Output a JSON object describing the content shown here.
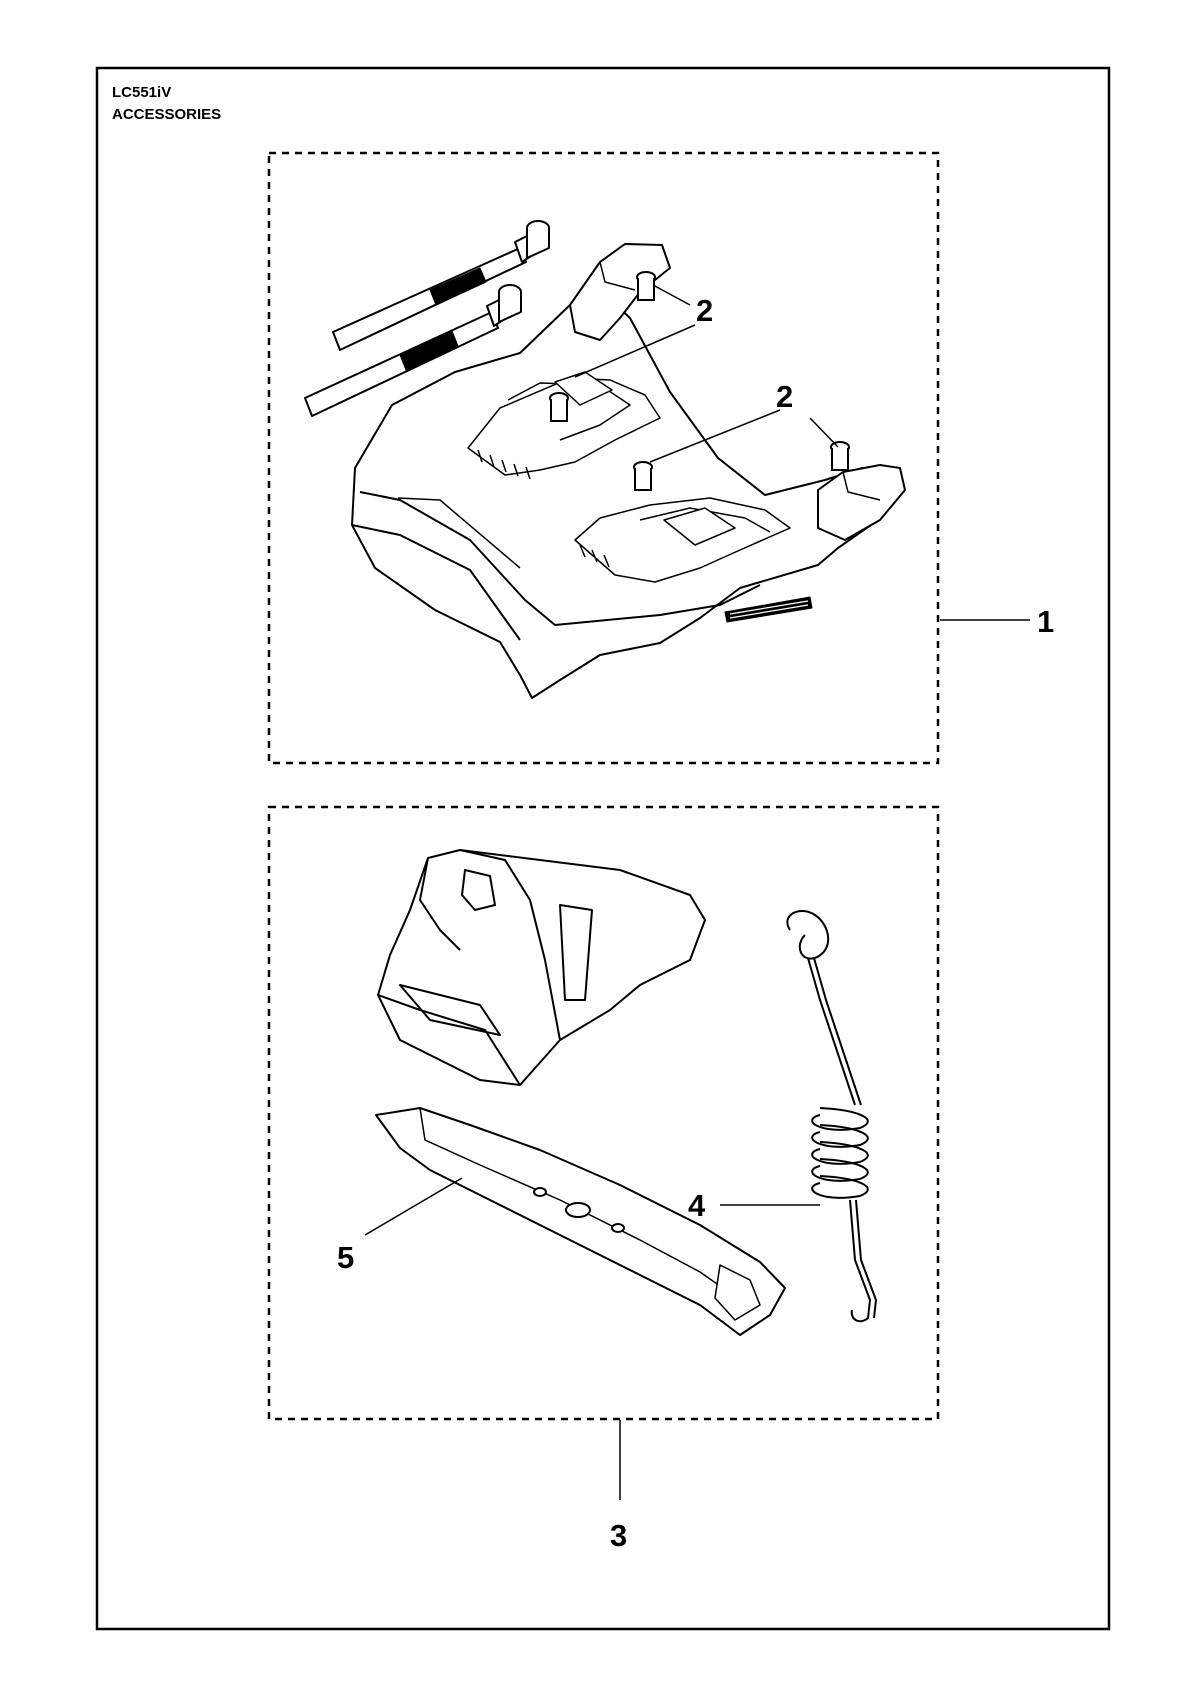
{
  "header": {
    "model": "LC551iV",
    "section": "ACCESSORIES"
  },
  "callouts": {
    "c1": "1",
    "c2a": "2",
    "c2b": "2",
    "c3": "3",
    "c4": "4",
    "c5": "5"
  },
  "colors": {
    "ink": "#000000",
    "paper": "#ffffff"
  }
}
